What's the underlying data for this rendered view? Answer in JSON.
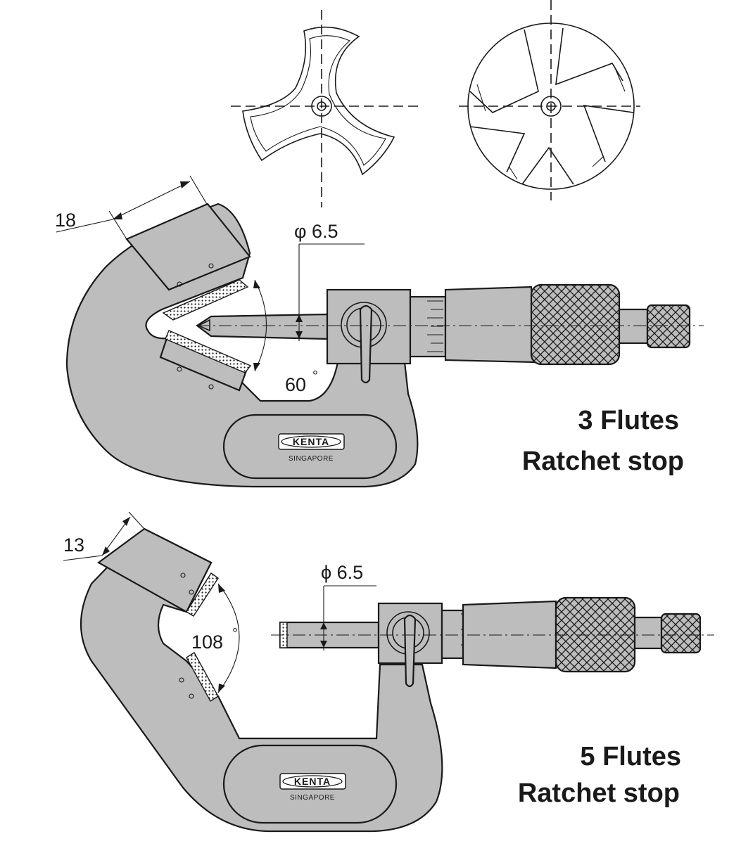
{
  "top_micrometer": {
    "flutes_label": "3 Flutes",
    "stop_label": "Ratchet stop",
    "jaw_width": "18",
    "spindle_dia": "φ 6.5",
    "angle": "60",
    "brand": "KENTA",
    "brand_sub": "SINGAPORE"
  },
  "bottom_micrometer": {
    "flutes_label": "5 Flutes",
    "stop_label": "Ratchet stop",
    "jaw_width": "13",
    "spindle_dia": "ϕ 6.5",
    "angle": "108",
    "brand": "KENTA",
    "brand_sub": "SINGAPORE"
  },
  "degree_symbol": "°",
  "colors": {
    "body": "#bdbdbd",
    "line": "#1a1a1a",
    "background": "#ffffff"
  }
}
